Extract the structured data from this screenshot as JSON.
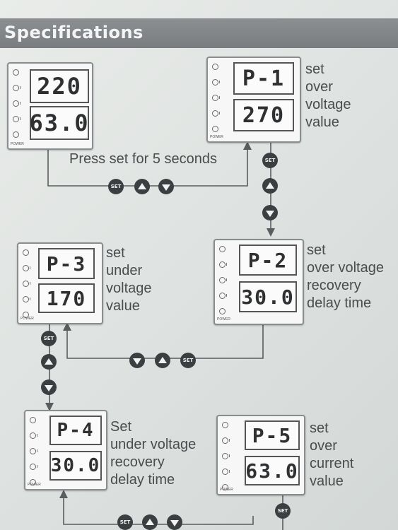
{
  "header": {
    "title": "Specifications"
  },
  "note": {
    "press_set": "Press set for 5 seconds"
  },
  "devices": [
    {
      "id": "main",
      "top": "220",
      "bottom": "63.0",
      "caption": "",
      "power": "POWER"
    },
    {
      "id": "p1",
      "top": "P-1",
      "bottom": "270",
      "caption": "set\nover\nvoltage\nvalue",
      "power": "POWER"
    },
    {
      "id": "p2",
      "top": "P-2",
      "bottom": "30.0",
      "caption": "set\nover voltage\nrecovery\ndelay time",
      "power": "POWER"
    },
    {
      "id": "p3",
      "top": "P-3",
      "bottom": "170",
      "caption": "set\nunder\nvoltage\nvalue",
      "power": "POWER"
    },
    {
      "id": "p4",
      "top": "P-4",
      "bottom": "30.0",
      "caption": "Set\nunder voltage\nrecovery\ndelay time",
      "power": "POWER"
    },
    {
      "id": "p5",
      "top": "P-5",
      "bottom": "63.0",
      "caption": "set\nover\ncurrent\nvalue",
      "power": "POWER"
    }
  ],
  "buttons": {
    "set_label": "SET"
  }
}
